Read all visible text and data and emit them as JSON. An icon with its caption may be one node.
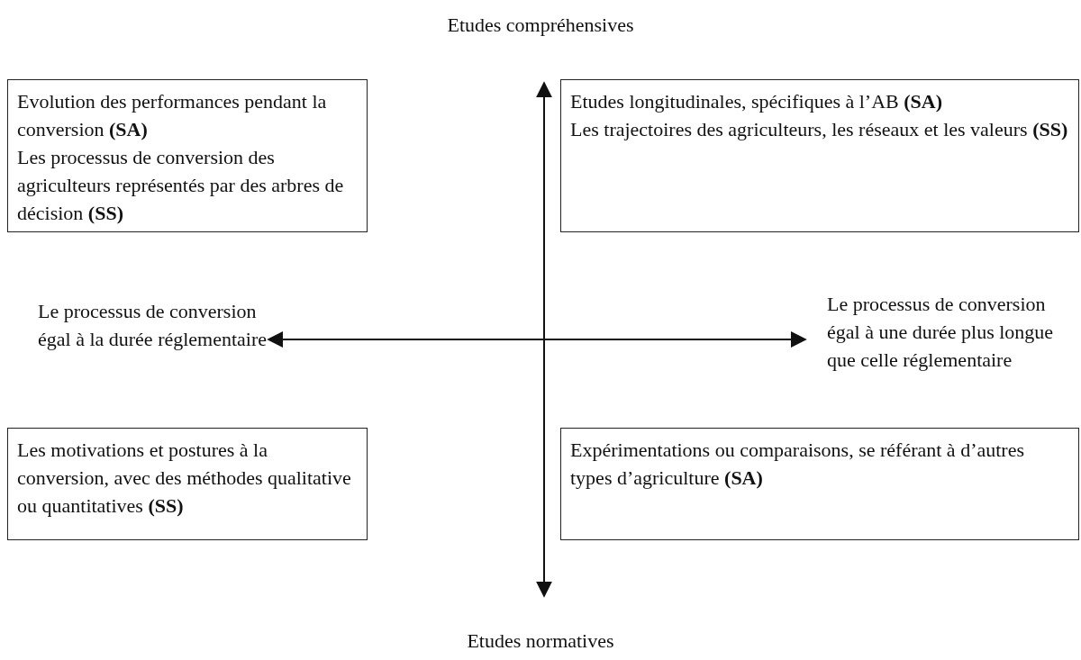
{
  "diagram": {
    "nodes": [
      {
        "text": [
          "Evolution des performances pendant la conversion **(SA)**",
          "Les processus de conversion des agriculteurs représentés par des arbres de décision **(SS)**"
        ]
      },
      {
        "text": [
          "Etudes longitudinales, spécifiques à l’AB **(SA)**",
          "Les trajectoires des agriculteurs, les réseaux et les valeurs **(SS)**"
        ]
      },
      {
        "text": [
          "Les motivations et postures à la conversion, avec des méthodes qualitative ou quantitatives **(SS)**"
        ]
      },
      {
        "text": [
          "Expérimentations ou comparaisons, se référant à d’autres types d’agriculture **(SA)**"
        ]
      }
    ],
    "labels": [
      "Etudes compréhensives",
      "Le processus de conversion égal à la durée réglementaire",
      "Le processus de conversion égal à une durée plus longue que celle réglementaire",
      "Etudes normatives"
    ]
  }
}
